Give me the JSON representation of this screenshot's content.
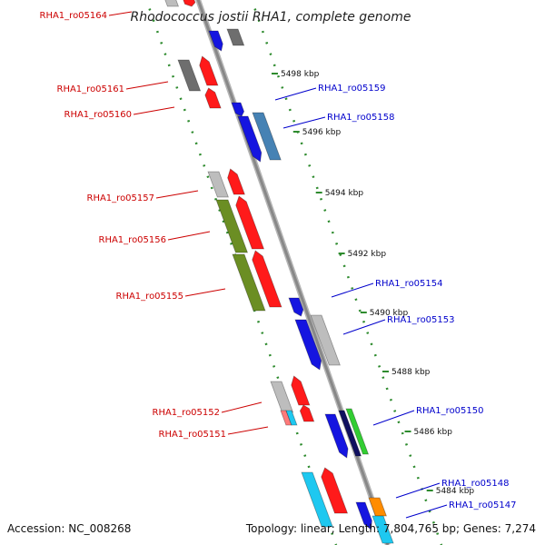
{
  "title": "Rhodococcus jostii RHA1, complete genome",
  "footer": {
    "accession": "Accession: NC_008268",
    "topology": "Topology: linear; Length: 7,804,765 bp; Genes: 7,274"
  },
  "colors": {
    "left_label": "#cc0000",
    "right_label": "#0000cc",
    "scale_ticks": "#2e8b2e",
    "backbone": "#888888"
  },
  "scale": {
    "unit": "kbp",
    "ticks": [
      {
        "label": "5498 kbp"
      },
      {
        "label": "5496 kbp"
      },
      {
        "label": "5494 kbp"
      },
      {
        "label": "5492 kbp"
      },
      {
        "label": "5490 kbp"
      },
      {
        "label": "5488 kbp"
      },
      {
        "label": "5486 kbp"
      },
      {
        "label": "5484 kbp"
      }
    ]
  },
  "left_labels": [
    {
      "name": "RHA1_ro05164"
    },
    {
      "name": "RHA1_ro05161"
    },
    {
      "name": "RHA1_ro05160"
    },
    {
      "name": "RHA1_ro05157"
    },
    {
      "name": "RHA1_ro05156"
    },
    {
      "name": "RHA1_ro05155"
    },
    {
      "name": "RHA1_ro05152"
    },
    {
      "name": "RHA1_ro05151"
    }
  ],
  "right_labels": [
    {
      "name": "RHA1_ro05159"
    },
    {
      "name": "RHA1_ro05158"
    },
    {
      "name": "RHA1_ro05154"
    },
    {
      "name": "RHA1_ro05153"
    },
    {
      "name": "RHA1_ro05150"
    },
    {
      "name": "RHA1_ro05148"
    },
    {
      "name": "RHA1_ro05147"
    }
  ]
}
